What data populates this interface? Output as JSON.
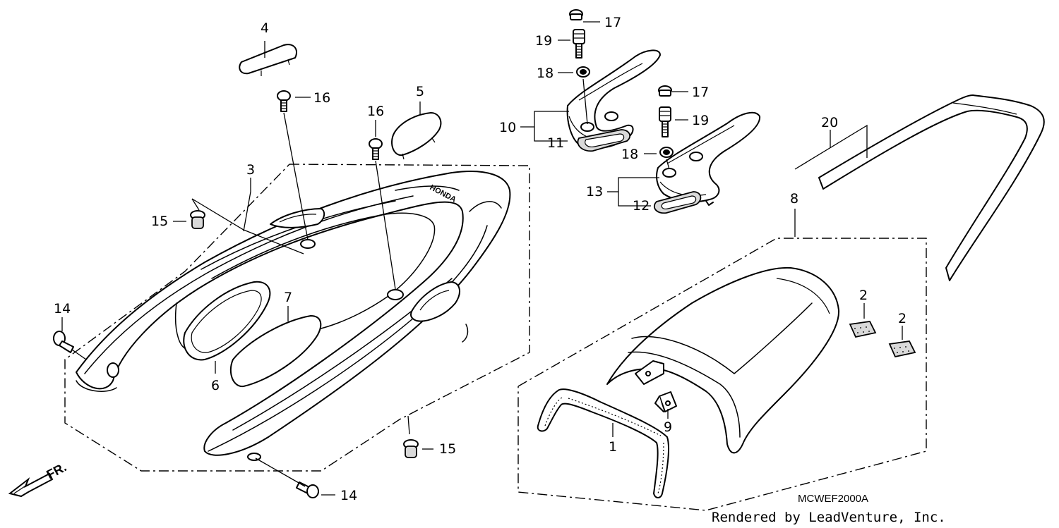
{
  "diagram": {
    "drawing_code": "MCWEF2000A",
    "credit": "Rendered by LeadVenture, Inc.",
    "brand_mark": "HONDA",
    "direction_label": "FR.",
    "callouts": [
      {
        "id": "c1",
        "label": "1"
      },
      {
        "id": "c2a",
        "label": "2"
      },
      {
        "id": "c2b",
        "label": "2"
      },
      {
        "id": "c3",
        "label": "3"
      },
      {
        "id": "c4",
        "label": "4"
      },
      {
        "id": "c5",
        "label": "5"
      },
      {
        "id": "c6",
        "label": "6"
      },
      {
        "id": "c7",
        "label": "7"
      },
      {
        "id": "c8",
        "label": "8"
      },
      {
        "id": "c9",
        "label": "9"
      },
      {
        "id": "c10",
        "label": "10"
      },
      {
        "id": "c11",
        "label": "11"
      },
      {
        "id": "c12",
        "label": "12"
      },
      {
        "id": "c13",
        "label": "13"
      },
      {
        "id": "c14a",
        "label": "14"
      },
      {
        "id": "c14b",
        "label": "14"
      },
      {
        "id": "c15a",
        "label": "15"
      },
      {
        "id": "c15b",
        "label": "15"
      },
      {
        "id": "c16a",
        "label": "16"
      },
      {
        "id": "c16b",
        "label": "16"
      },
      {
        "id": "c17a",
        "label": "17"
      },
      {
        "id": "c17b",
        "label": "17"
      },
      {
        "id": "c18a",
        "label": "18"
      },
      {
        "id": "c18b",
        "label": "18"
      },
      {
        "id": "c19a",
        "label": "19"
      },
      {
        "id": "c19b",
        "label": "19"
      },
      {
        "id": "c20",
        "label": "20"
      }
    ]
  }
}
